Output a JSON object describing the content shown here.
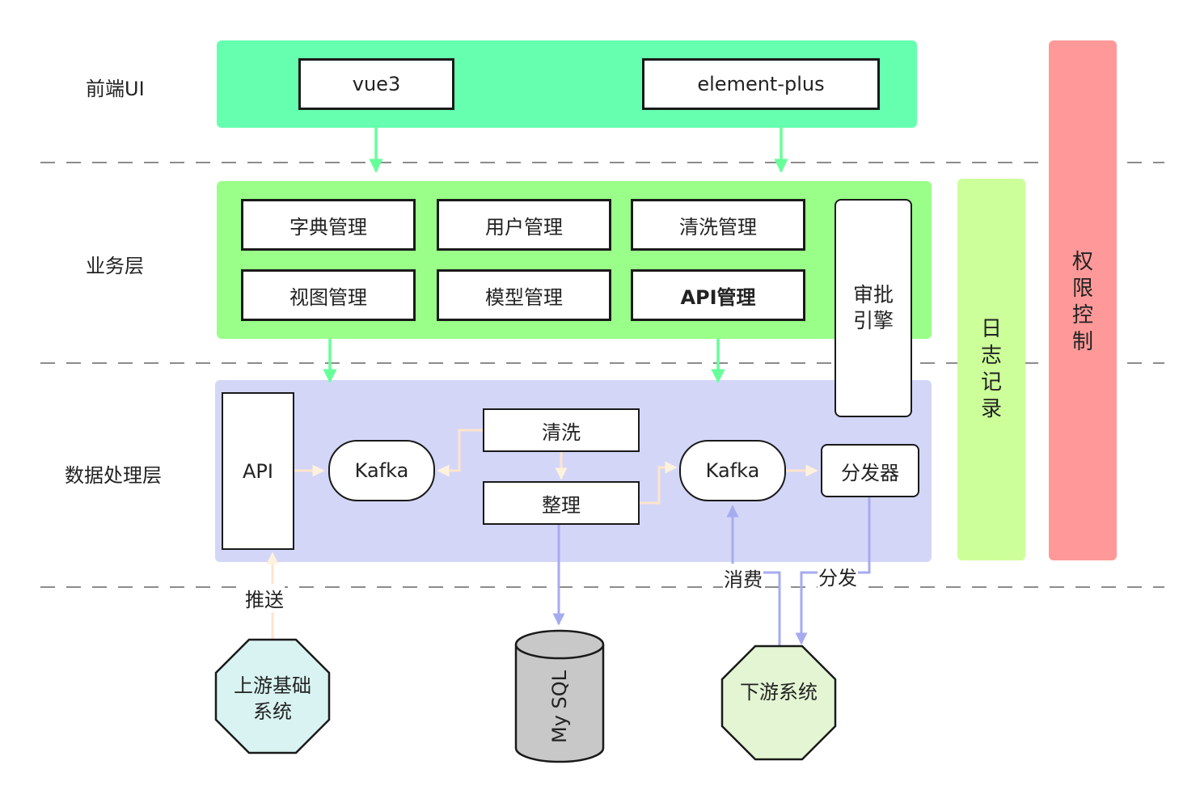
{
  "layers": {
    "frontend": "前端UI",
    "business": "业务层",
    "data": "数据处理层"
  },
  "frontend": {
    "vue": "vue3",
    "element": "element-plus"
  },
  "business": {
    "dict": "字典管理",
    "user": "用户管理",
    "clean": "清洗管理",
    "view": "视图管理",
    "model": "模型管理",
    "api": "API管理",
    "approval": "审批引擎"
  },
  "sidebars": {
    "log": "日志记录",
    "permission": "权限控制"
  },
  "data_layer": {
    "api": "API",
    "kafka_left": "Kafka",
    "clean": "清洗",
    "organize": "整理",
    "kafka_right": "Kafka",
    "distributor": "分发器"
  },
  "edge_labels": {
    "push": "推送",
    "consume": "消费",
    "distribute": "分发"
  },
  "external": {
    "upstream": "上游基础系统",
    "mysql": "My SQL",
    "downstream": "下游系统"
  },
  "colors": {
    "frontend_bg": "#66ffb0",
    "business_bg": "#99ff88",
    "data_bg": "#d3d6f7",
    "log_bg": "#ccff99",
    "permission_bg": "#ff9999",
    "green_arrow": "#66ff99",
    "beige_arrow": "#ffe4cc",
    "blue_arrow": "#a6abf0",
    "upstream_bg": "#d8f3f1",
    "downstream_bg": "#e3f5d3",
    "mysql_bg": "#c8c8c8"
  }
}
